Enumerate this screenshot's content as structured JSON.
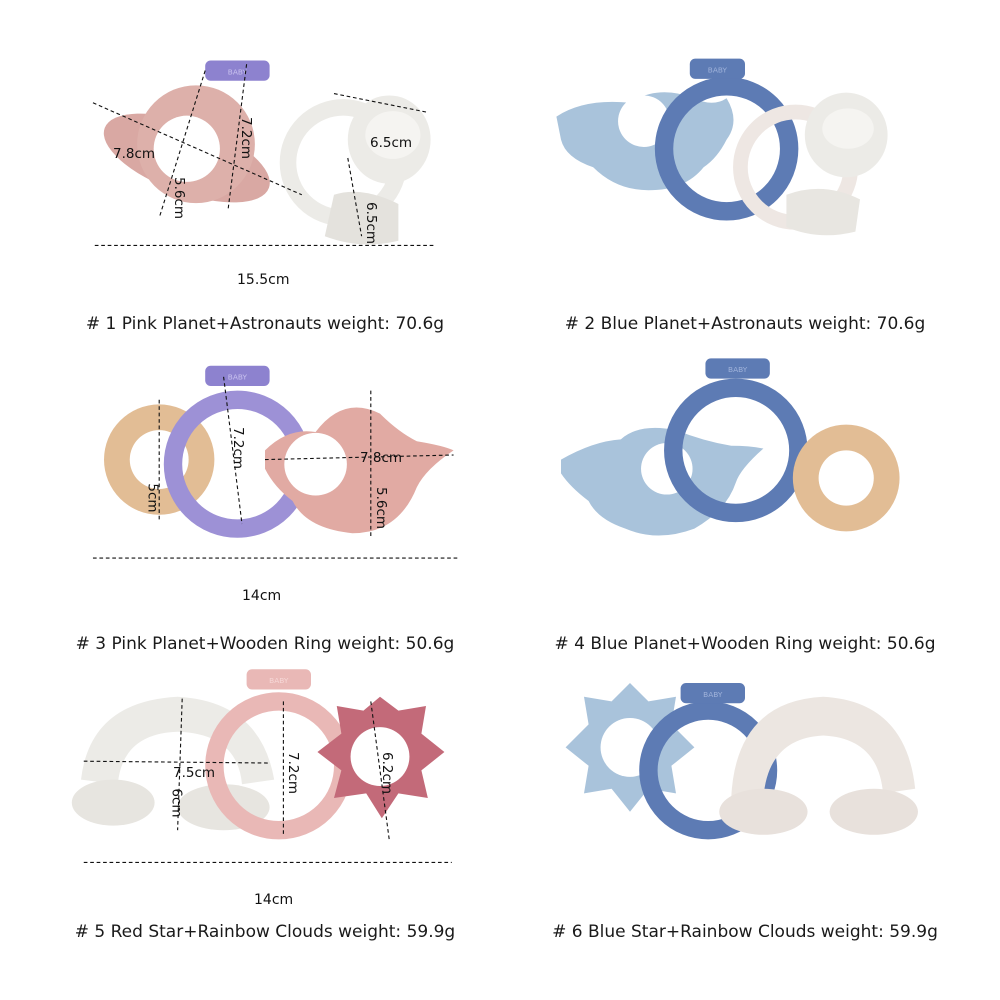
{
  "products": [
    {
      "caption": "# 1 Pink Planet+Astronauts weight: 70.6g",
      "total": "15.5cm",
      "dims": [
        "7.8cm",
        "5.6cm",
        "7.2cm",
        "6.5cm",
        "6.5cm"
      ],
      "ring_brand": "BABY"
    },
    {
      "caption": "# 2 Blue Planet+Astronauts weight: 70.6g",
      "ring_brand": "BABY"
    },
    {
      "caption": "# 3 Pink Planet+Wooden Ring weight: 50.6g",
      "total": "14cm",
      "dims": [
        "5cm",
        "7.2cm",
        "7.8cm",
        "5.6cm"
      ],
      "ring_brand": "BABY"
    },
    {
      "caption": "# 4 Blue Planet+Wooden Ring weight: 50.6g",
      "ring_brand": "BABY"
    },
    {
      "caption": "# 5 Red Star+Rainbow Clouds weight: 59.9g",
      "total": "14cm",
      "dims": [
        "7.5cm",
        "6cm",
        "7.2cm",
        "6.2cm"
      ],
      "ring_brand": "BABY"
    },
    {
      "caption": "# 6 Blue Star+Rainbow Clouds weight: 59.9g",
      "ring_brand": "BABY"
    }
  ],
  "colors": {
    "pink": "#d9a8a3",
    "lavender": "#9d91d6",
    "cream": "#ecebe7",
    "light_blue": "#a9c3db",
    "navy": "#5d7bb4",
    "wood": "#e2bd95",
    "blush": "#e9b8b6",
    "rose": "#c36a79"
  }
}
